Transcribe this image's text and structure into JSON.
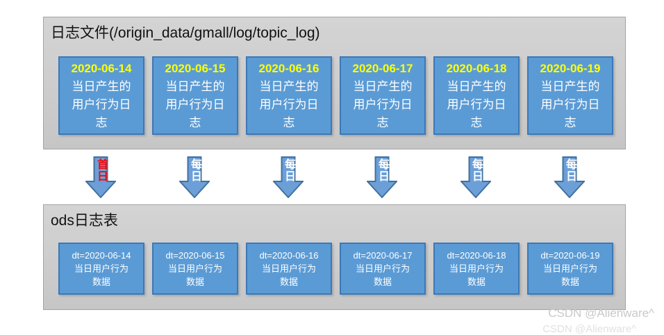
{
  "colors": {
    "container_fill_top": "#d4d4d4",
    "container_fill_bottom": "#c6c6c6",
    "container_border": "#a3a3a3",
    "box_fill": "#5b9bd5",
    "box_border": "#3c78b8",
    "arrow_fill": "#6c9fd8",
    "shape_border": "#41719c",
    "title_text": "#111111",
    "date_text": "#ffff00",
    "body_text": "#ffffff",
    "watermark_text": "#c9c9c9"
  },
  "log_files_section": {
    "title": "日志文件(/origin_data/gmall/log/topic_log)",
    "boxes": [
      {
        "date": "2020-06-14",
        "description": "当日产生的\n用户行为日\n志"
      },
      {
        "date": "2020-06-15",
        "description": "当日产生的\n用户行为日\n志"
      },
      {
        "date": "2020-06-16",
        "description": "当日产生的\n用户行为日\n志"
      },
      {
        "date": "2020-06-17",
        "description": "当日产生的\n用户行为日\n志"
      },
      {
        "date": "2020-06-18",
        "description": "当日产生的\n用户行为日\n志"
      },
      {
        "date": "2020-06-19",
        "description": "当日产生的\n用户行为日\n志"
      }
    ]
  },
  "arrows": [
    {
      "label": "首日",
      "label_color": "#ff0000"
    },
    {
      "label": "每日",
      "label_color": "#ffffff"
    },
    {
      "label": "每日",
      "label_color": "#ffffff"
    },
    {
      "label": "每日",
      "label_color": "#ffffff"
    },
    {
      "label": "每日",
      "label_color": "#ffffff"
    },
    {
      "label": "每日",
      "label_color": "#ffffff"
    }
  ],
  "ods_section": {
    "title": "ods日志表",
    "boxes": [
      {
        "partition": "dt=2020-06-14",
        "description": "当日用户行为\n数据"
      },
      {
        "partition": "dt=2020-06-15",
        "description": "当日用户行为\n数据"
      },
      {
        "partition": "dt=2020-06-16",
        "description": "当日用户行为\n数据"
      },
      {
        "partition": "dt=2020-06-17",
        "description": "当日用户行为\n数据"
      },
      {
        "partition": "dt=2020-06-18",
        "description": "当日用户行为\n数据"
      },
      {
        "partition": "dt=2020-06-19",
        "description": "当日用户行为\n数据"
      }
    ]
  },
  "watermark": {
    "text": "CSDN @Alienware^"
  }
}
